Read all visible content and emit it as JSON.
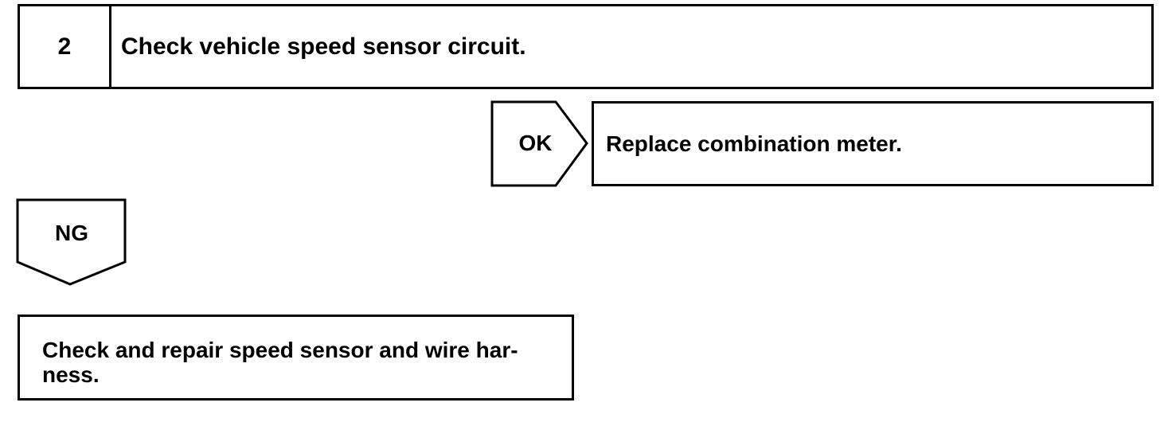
{
  "step": {
    "number": "2",
    "title": "Check vehicle speed sensor circuit."
  },
  "ok_branch": {
    "label": "OK",
    "action": "Replace combination meter."
  },
  "ng_branch": {
    "label": "NG",
    "action_line1": "Check and repair speed sensor and wire har-",
    "action_line2": "ness."
  }
}
